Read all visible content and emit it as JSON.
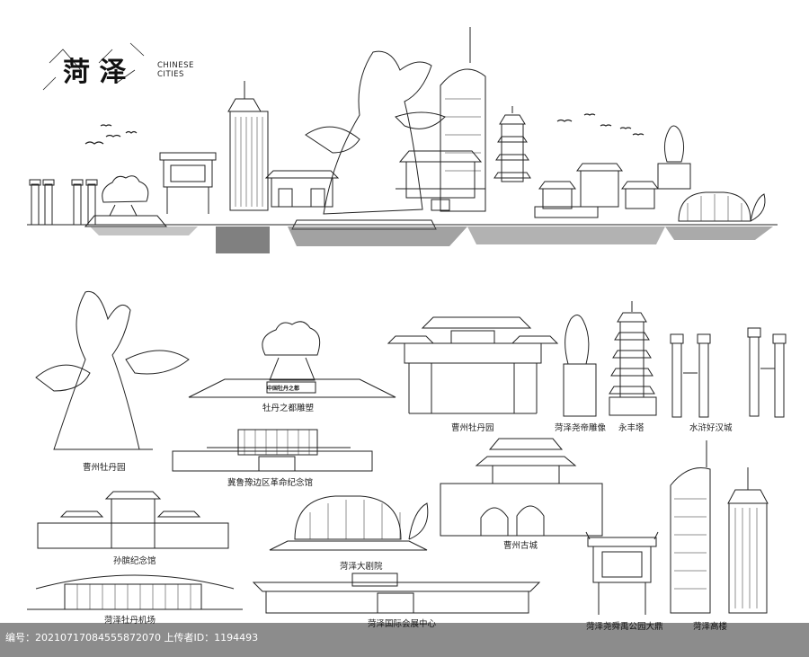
{
  "title": {
    "city": "菏 泽",
    "sub_line1": "CHINESE",
    "sub_line2": "CITIES"
  },
  "stone_inscription": "中国牡丹之都",
  "landmarks": [
    "曹州牡丹园",
    "牡丹之都雕塑",
    "曹州牡丹园",
    "菏泽尧帝雕像",
    "永丰塔",
    "水浒好汉城",
    "冀鲁豫边区革命纪念馆",
    "孙膑纪念馆",
    "菏泽大剧院",
    "曹州古城",
    "菏泽牡丹机场",
    "菏泽国际会展中心",
    "菏泽尧舜禹公园大鼎",
    "菏泽高楼"
  ],
  "footer": {
    "text": "编号：20210717084555872070  上传者ID：1194493"
  }
}
